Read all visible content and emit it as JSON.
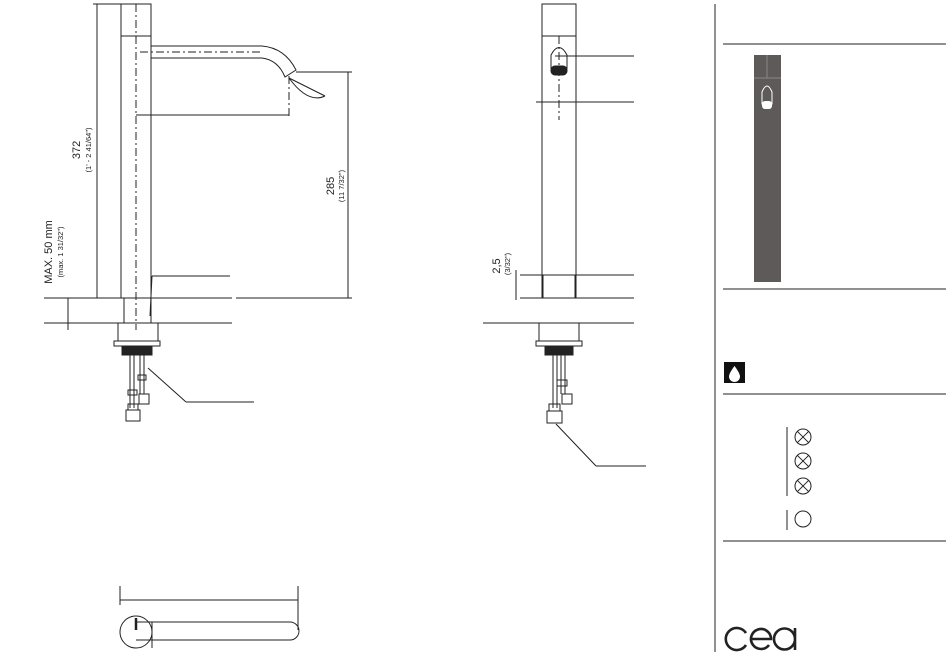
{
  "dimensions": {
    "overall_height": "372",
    "overall_height_imperial": "(1' - 2 41/64\")",
    "deck_max": "MAX. 50 mm",
    "deck_max_imperial": "(max. 1 31/32\")",
    "spout_height": "285",
    "spout_height_imperial": "(11 7/32\")",
    "base_gap": "2,5",
    "base_gap_imperial": "(3/32\")"
  },
  "panel": {
    "drop_icon": "water-drop-icon",
    "symbols": [
      "crossed-circle-icon",
      "crossed-circle-icon",
      "crossed-circle-icon",
      "empty-circle-icon"
    ]
  },
  "brand": {
    "logo": "cea"
  },
  "colors": {
    "line": "#222222",
    "product": "#5e5a5a",
    "accent_black": "#111111"
  }
}
